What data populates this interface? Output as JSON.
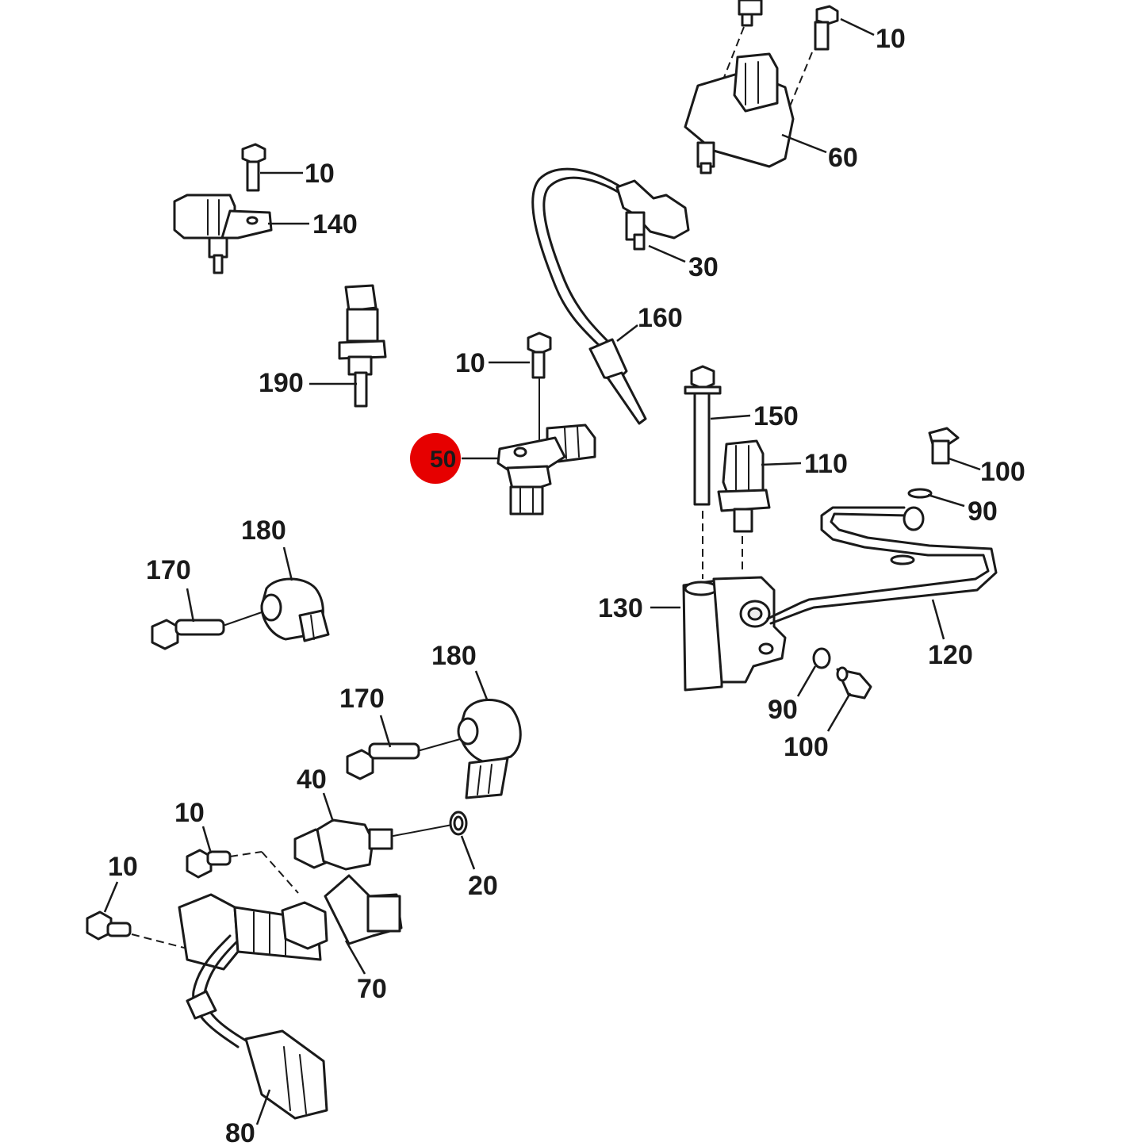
{
  "highlight_color": "#e60000",
  "callouts": {
    "c10_top": "10",
    "c60": "60",
    "c10_mid": "10",
    "c140": "140",
    "c30": "30",
    "c160": "160",
    "c190": "190",
    "c10_center": "10",
    "c50": "50",
    "c150": "150",
    "c110": "110",
    "c100_top": "100",
    "c90_top": "90",
    "c180_top": "180",
    "c170_top": "170",
    "c130": "130",
    "c120": "120",
    "c180_mid": "180",
    "c170_mid": "170",
    "c90_bot": "90",
    "c100_bot": "100",
    "c40": "40",
    "c10_low": "10",
    "c20": "20",
    "c10_bottom": "10",
    "c70": "70",
    "c80": "80"
  }
}
